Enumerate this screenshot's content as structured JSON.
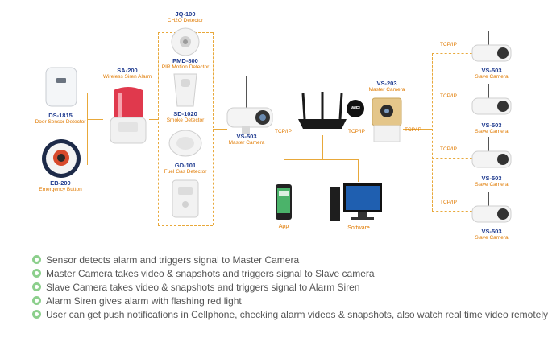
{
  "devices": {
    "jq100": {
      "model": "JQ-100",
      "desc": "CH2O Detector"
    },
    "pmd800": {
      "model": "PMD-800",
      "desc": "PIR Motion Detector"
    },
    "sd1020": {
      "model": "SD-1020",
      "desc": "Smoke Detector"
    },
    "gd101": {
      "model": "GD-101",
      "desc": "Fuel Gas Detector"
    },
    "sa200": {
      "model": "SA-200",
      "desc": "Wireless Siren Alarm"
    },
    "ds1815": {
      "model": "DS-1815",
      "desc": "Door Sensor Detector"
    },
    "eb200": {
      "model": "EB-200",
      "desc": "Emergency Button"
    },
    "master_cam": {
      "model": "VS-503",
      "desc": "Master Camera"
    },
    "vs203": {
      "model": "VS-203",
      "desc": "Master Camera"
    },
    "app": {
      "label": "App"
    },
    "software": {
      "label": "Software"
    },
    "slaves": [
      {
        "model": "VS-503",
        "desc": "Slave Camera"
      },
      {
        "model": "VS-503",
        "desc": "Slave Camera"
      },
      {
        "model": "VS-503",
        "desc": "Slave Camera"
      },
      {
        "model": "VS-503",
        "desc": "Slave Camera"
      }
    ]
  },
  "connections": {
    "tcpip": "TCP/IP",
    "wifi": "WIFI"
  },
  "legend": [
    "Sensor detects alarm and triggers signal to Master Camera",
    "Master Camera takes video & snapshots and triggers signal to Slave camera",
    "Slave  Camera takes video & snapshots and triggers signal to Alarm Siren",
    "Alarm Siren gives alarm with flashing red light",
    "User can get push notifications in Cellphone, checking alarm videos & snapshots, also watch real time video remotely"
  ],
  "colors": {
    "model": "#1f3b8f",
    "desc": "#e07a00",
    "wire": "#e8a83a",
    "bullet": "#8ccf8c"
  }
}
